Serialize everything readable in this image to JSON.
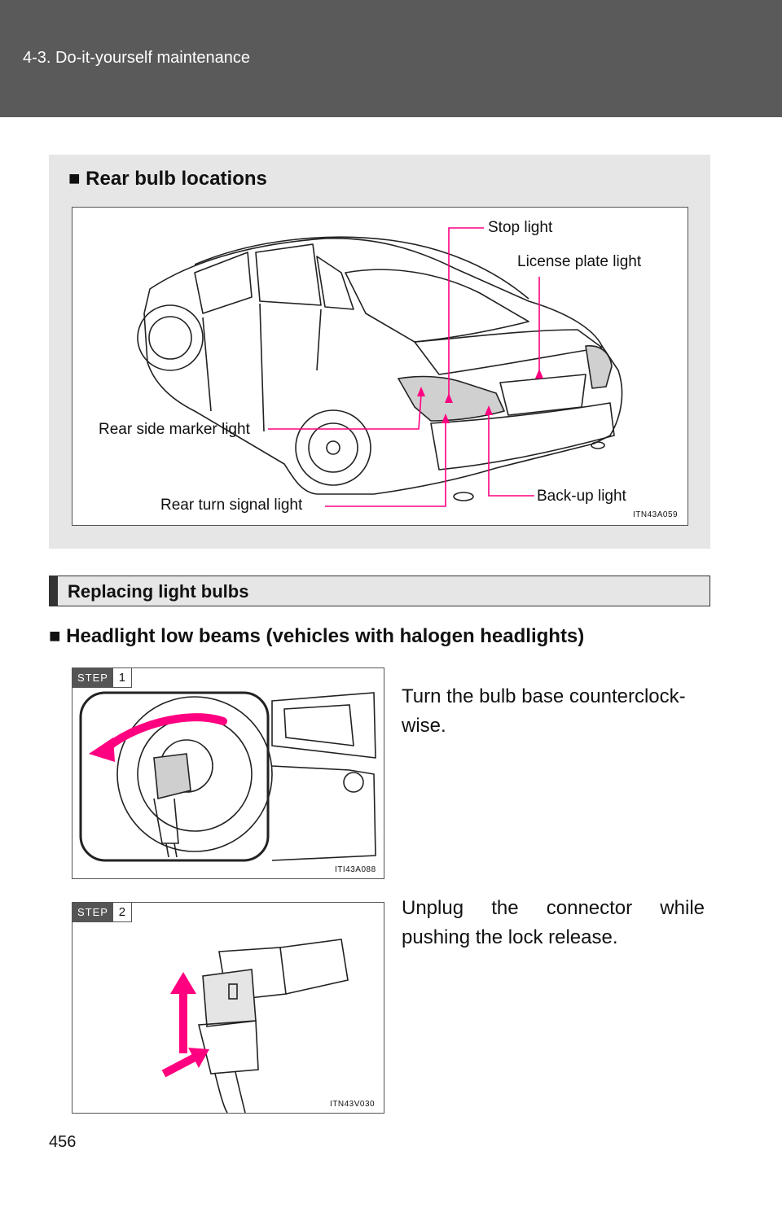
{
  "header": {
    "section": "4-3. Do-it-yourself maintenance"
  },
  "rear_bulbs": {
    "heading": "■ Rear bulb locations",
    "labels": {
      "stop": "Stop light",
      "license": "License plate light",
      "side_marker": "Rear side marker light",
      "turn_signal": "Rear turn signal light",
      "backup": "Back-up light"
    },
    "figure_code": "ITN43A059"
  },
  "section": {
    "title": "Replacing light bulbs"
  },
  "subsection": {
    "title": "■ Headlight low beams (vehicles with halogen headlights)"
  },
  "steps": [
    {
      "badge": "STEP",
      "num": "1",
      "text": "Turn the bulb base counterclock-wise.",
      "code": "ITI43A088"
    },
    {
      "badge": "STEP",
      "num": "2",
      "text": "Unplug the connector while pushing the lock release.",
      "code": "ITN43V030"
    }
  ],
  "page_number": "456",
  "colors": {
    "header_bg": "#5a5a5a",
    "callout": "#ff0080",
    "panel_bg": "#e6e6e6"
  }
}
